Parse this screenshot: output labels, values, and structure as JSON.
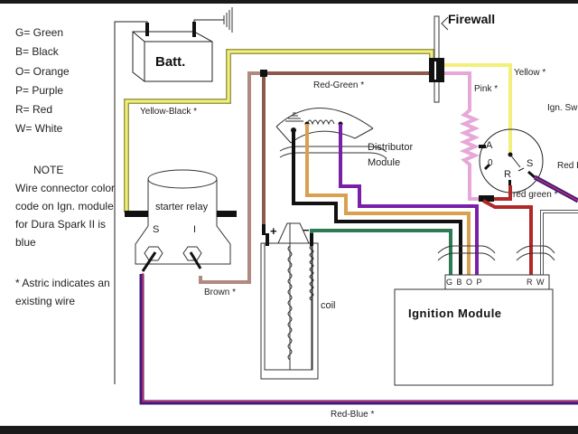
{
  "legend": {
    "items": [
      "G= Green",
      "B= Black",
      "O= Orange",
      "P= Purple",
      "R= Red",
      "W= White"
    ]
  },
  "note": {
    "title": "NOTE",
    "body": "Wire connector color code on Ign. module for Dura Spark II is blue",
    "asterisk": "* Astric indicates an existing wire"
  },
  "components": {
    "battery": "Batt.",
    "firewall": "Firewall",
    "starter_relay": "starter relay",
    "relay_terminal_s": "S",
    "relay_terminal_i": "I",
    "distributor_line1": "Distributor",
    "distributor_line2": "Module",
    "coil": "coil",
    "coil_plus": "+",
    "coil_minus": "−",
    "ignition_module": "Ignition Module",
    "module_pins_left": "G B O P",
    "module_pins_right": "R W",
    "ign_switch": "Ign. Sw",
    "switch_a": "A",
    "switch_0": "0",
    "switch_r": "R",
    "switch_s": "S"
  },
  "wires": {
    "yellow_black": "Yellow-Black *",
    "red_green_top": "Red-Green *",
    "yellow": "Yellow *",
    "pink": "Pink *",
    "brown": "Brown *",
    "red_green_switch": "red green *",
    "red_blue_side": "Red B",
    "red_blue_bottom": "Red-Blue *"
  },
  "colors": {
    "yellow": "#f2f07a",
    "yellow_black_edge": "#9a9a50",
    "brown": "#8b5a4a",
    "brown_light": "#b08a80",
    "pink": "#e6a8d8",
    "black": "#111111",
    "orange": "#d9a050",
    "purple": "#7a1fa8",
    "green": "#2e7a55",
    "red": "#b02828",
    "red_blue_outer": "#3a1a80",
    "red_blue_inner": "#c83060"
  }
}
